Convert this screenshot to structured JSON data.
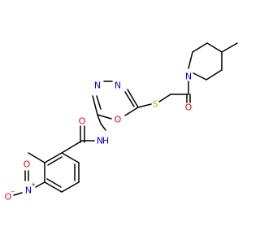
{
  "molecule": {
    "atoms": {
      "amide_n": "N",
      "amide_h": "H",
      "amide_o": "O",
      "oxadiazole_n1": "N",
      "oxadiazole_n2": "N",
      "oxadiazole_o": "O",
      "thioether_s": "S",
      "ketone_o": "O",
      "piperidine_n": "N",
      "nitro_n": "N",
      "nitro_n_charge": "+",
      "nitro_o_top": "O",
      "nitro_o_minus": "O",
      "nitro_o_charge": "−"
    },
    "colors": {
      "carbon_bond": "#000000",
      "nitrogen": "#0000ff",
      "oxygen": "#ff0000",
      "sulfur": "#b2b200"
    }
  }
}
